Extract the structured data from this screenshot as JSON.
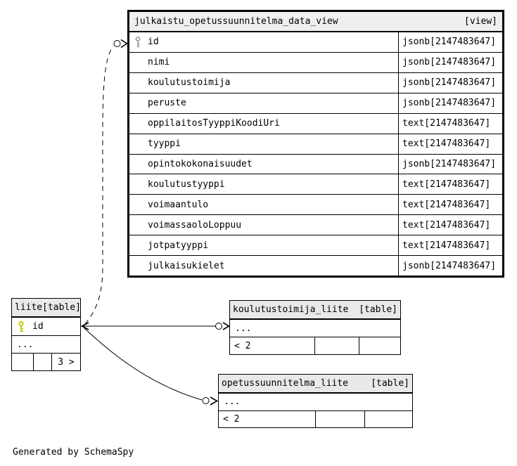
{
  "colors": {
    "primary_key_icon": "#c8c800",
    "implied_key_icon": "#a9a9a9",
    "header_bg": "#e9e9e9",
    "border": "#000000"
  },
  "footer": {
    "credit": "Generated by SchemaSpy"
  },
  "main_view": {
    "name": "julkaistu_opetussuunnitelma_data_view",
    "kind": "[view]",
    "columns": [
      {
        "name": "id",
        "type": "jsonb[2147483647]"
      },
      {
        "name": "nimi",
        "type": "jsonb[2147483647]"
      },
      {
        "name": "koulutustoimija",
        "type": "jsonb[2147483647]"
      },
      {
        "name": "peruste",
        "type": "jsonb[2147483647]"
      },
      {
        "name": "oppilaitosTyyppiKoodiUri",
        "type": "text[2147483647]"
      },
      {
        "name": "tyyppi",
        "type": "text[2147483647]"
      },
      {
        "name": "opintokokonaisuudet",
        "type": "jsonb[2147483647]"
      },
      {
        "name": "koulutustyyppi",
        "type": "text[2147483647]"
      },
      {
        "name": "voimaantulo",
        "type": "text[2147483647]"
      },
      {
        "name": "voimassaoloLoppuu",
        "type": "text[2147483647]"
      },
      {
        "name": "jotpatyyppi",
        "type": "text[2147483647]"
      },
      {
        "name": "julkaisukielet",
        "type": "jsonb[2147483647]"
      }
    ]
  },
  "liite_table": {
    "name": "liite",
    "kind": "[table]",
    "key_column": "id",
    "ellipsis": "...",
    "related_count": "3 >"
  },
  "koulutustoimija_liite_table": {
    "name": "koulutustoimija_liite",
    "kind": "[table]",
    "ellipsis": "...",
    "related_count": "< 2"
  },
  "opetussuunnitelma_liite_table": {
    "name": "opetussuunnitelma_liite",
    "kind": "[table]",
    "ellipsis": "...",
    "related_count": "< 2"
  }
}
